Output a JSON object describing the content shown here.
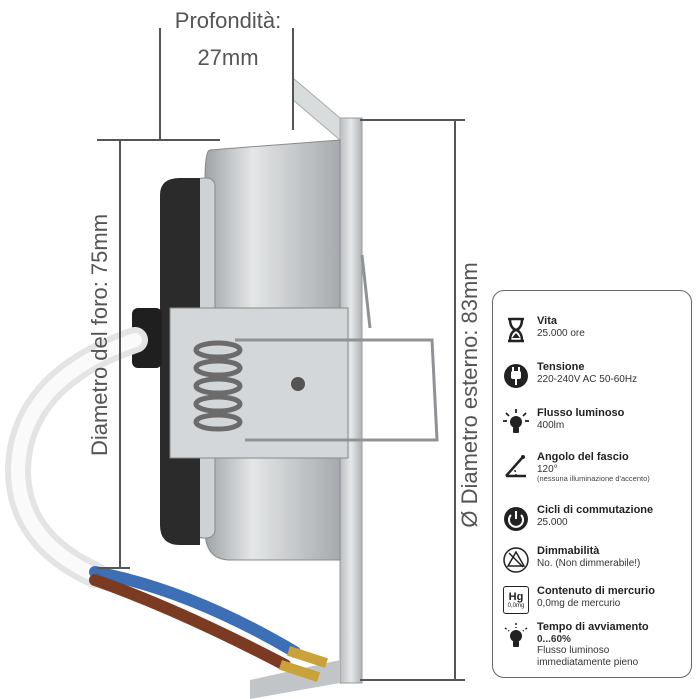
{
  "dimensions": {
    "depth_label": "Profondità:",
    "depth_value": "27mm",
    "hole_diameter": "Diametro del foro:  75mm",
    "outer_diameter": "Ø Diametro esterno: 83mm"
  },
  "specs": [
    {
      "icon": "hourglass-icon",
      "title": "Vita",
      "value": "25.000 ore"
    },
    {
      "icon": "plug-icon",
      "title": "Tensione",
      "value": "220-240V AC 50-60Hz"
    },
    {
      "icon": "light-bulb-icon",
      "title": "Flusso luminoso",
      "value": "400lm"
    },
    {
      "icon": "beam-angle-icon",
      "title": "Angolo del fascio",
      "value": "120°",
      "note": "(nessuna illuminazione d'accento)"
    },
    {
      "icon": "power-cycle-icon",
      "title": "Cicli di commutazione",
      "value": "25.000"
    },
    {
      "icon": "dimmer-icon",
      "title": "Dimmabilità",
      "value": "No. (Non dimmerabile!)"
    },
    {
      "icon": "mercury-icon",
      "title": "Contenuto di mercurio",
      "value": "0,0mg de mercurio",
      "icon_text_top": "Hg",
      "icon_text_bottom": "0,0mg"
    },
    {
      "icon": "startup-icon",
      "title": "Tempo di avviamento",
      "value": "0...60%",
      "value2": "Flusso luminoso",
      "value3": "immediatamente pieno"
    }
  ],
  "colors": {
    "aluminum": "#c9ccce",
    "dark_metal": "#2b2b2b",
    "cable_white": "#f2f2f2",
    "wire_blue": "#3c6fb5",
    "wire_brown": "#7a3b22",
    "text": "#555555"
  }
}
